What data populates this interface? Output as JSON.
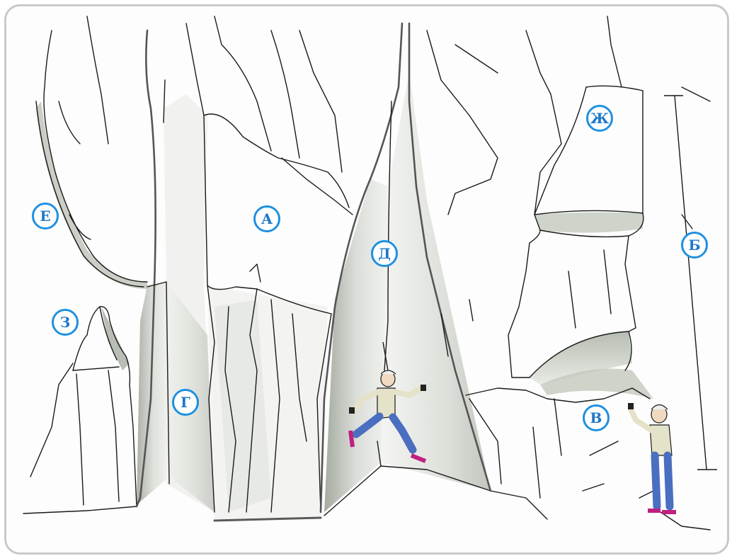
{
  "labels": {
    "a": "А",
    "b": "Б",
    "v": "В",
    "g": "Г",
    "d": "Д",
    "e": "Е",
    "zh": "Ж",
    "z": "З"
  },
  "colors": {
    "label_border": "#1e90e0",
    "label_text": "#1e78c8",
    "frame": "#c9c9c9",
    "rock_shadow": "#aab0a4",
    "jacket": "#e4e2c8",
    "trousers": "#4a6fc0"
  }
}
